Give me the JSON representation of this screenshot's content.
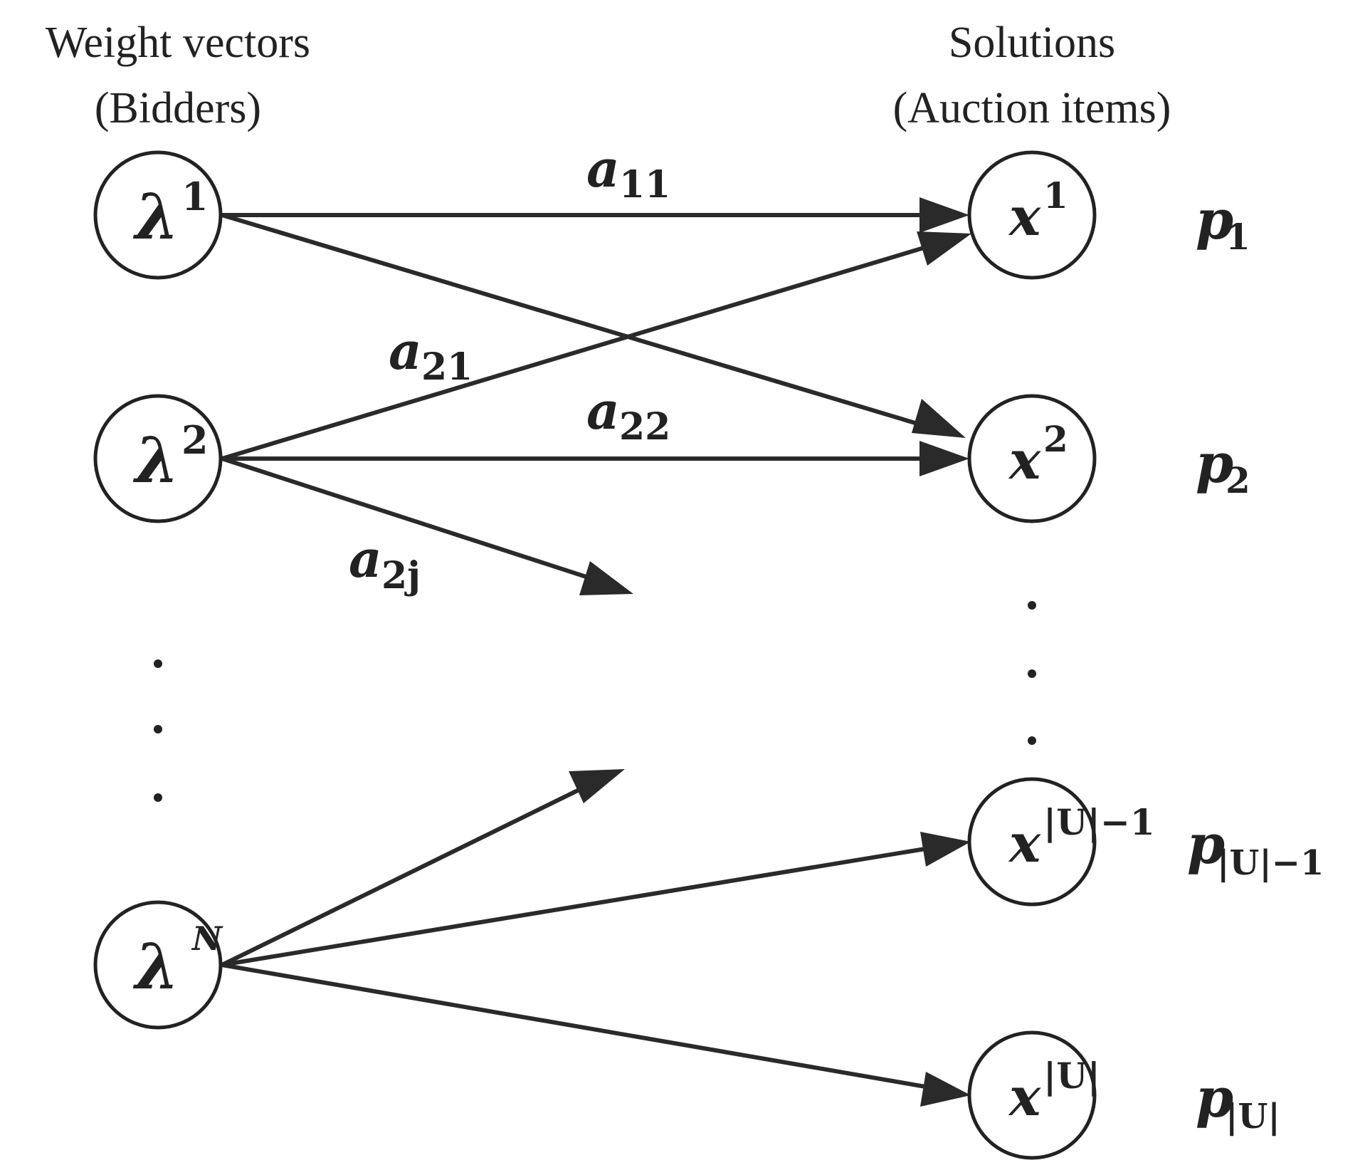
{
  "headers": {
    "left_line1": "Weight vectors",
    "left_line2": "(Bidders)",
    "right_line1": "Solutions",
    "right_line2": "(Auction items)"
  },
  "bidders": [
    {
      "symbol": "λ",
      "sup": "1"
    },
    {
      "symbol": "λ",
      "sup": "2"
    },
    {
      "symbol": "λ",
      "sup": "N"
    }
  ],
  "items": [
    {
      "symbol": "x",
      "sup": "1",
      "price_symbol": "p",
      "price_sub": "1"
    },
    {
      "symbol": "x",
      "sup": "2",
      "price_symbol": "p",
      "price_sub": "2"
    },
    {
      "symbol": "x",
      "sup": "|U|−1",
      "price_symbol": "p",
      "price_sub": "|U|−1"
    },
    {
      "symbol": "x",
      "sup": "|U|",
      "price_symbol": "p",
      "price_sub": "|U|"
    }
  ],
  "edge_labels": [
    {
      "symbol": "a",
      "sub": "11"
    },
    {
      "symbol": "a",
      "sub": "21"
    },
    {
      "symbol": "a",
      "sub": "22"
    },
    {
      "symbol": "a",
      "sub": "2j"
    }
  ],
  "colors": {
    "stroke": "#2a2a2a",
    "background": "#ffffff"
  }
}
